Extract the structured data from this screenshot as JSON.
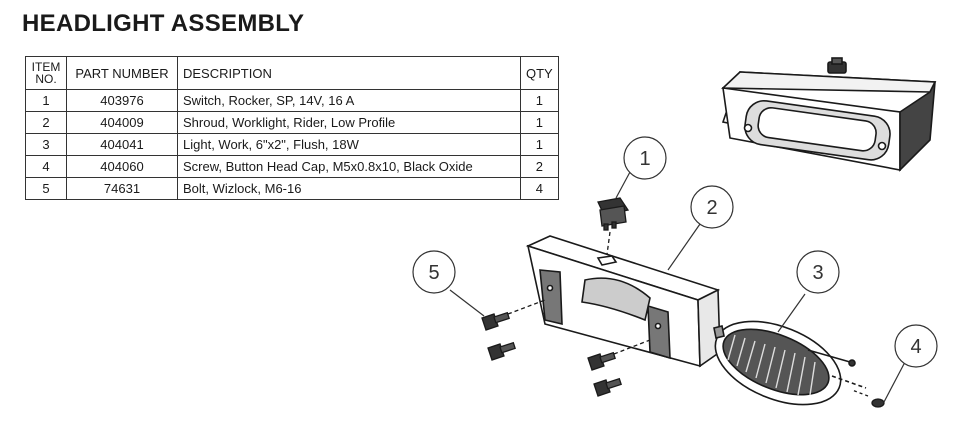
{
  "title": "HEADLIGHT ASSEMBLY",
  "table": {
    "headers": {
      "item_line1": "ITEM",
      "item_line2": "NO.",
      "part_number": "PART NUMBER",
      "description": "DESCRIPTION",
      "qty": "QTY"
    },
    "rows": [
      {
        "item": "1",
        "part_number": "403976",
        "description": "Switch, Rocker, SP, 14V, 16 A",
        "qty": "1"
      },
      {
        "item": "2",
        "part_number": "404009",
        "description": "Shroud, Worklight, Rider, Low Profile",
        "qty": "1"
      },
      {
        "item": "3",
        "part_number": "404041",
        "description": "Light, Work, 6\"x2\", Flush, 18W",
        "qty": "1"
      },
      {
        "item": "4",
        "part_number": "404060",
        "description": "Screw, Button Head Cap, M5x0.8x10, Black Oxide",
        "qty": "2"
      },
      {
        "item": "5",
        "part_number": "74631",
        "description": "Bolt, Wizlock, M6-16",
        "qty": "4"
      }
    ]
  },
  "callouts": [
    "1",
    "2",
    "3",
    "4",
    "5"
  ]
}
